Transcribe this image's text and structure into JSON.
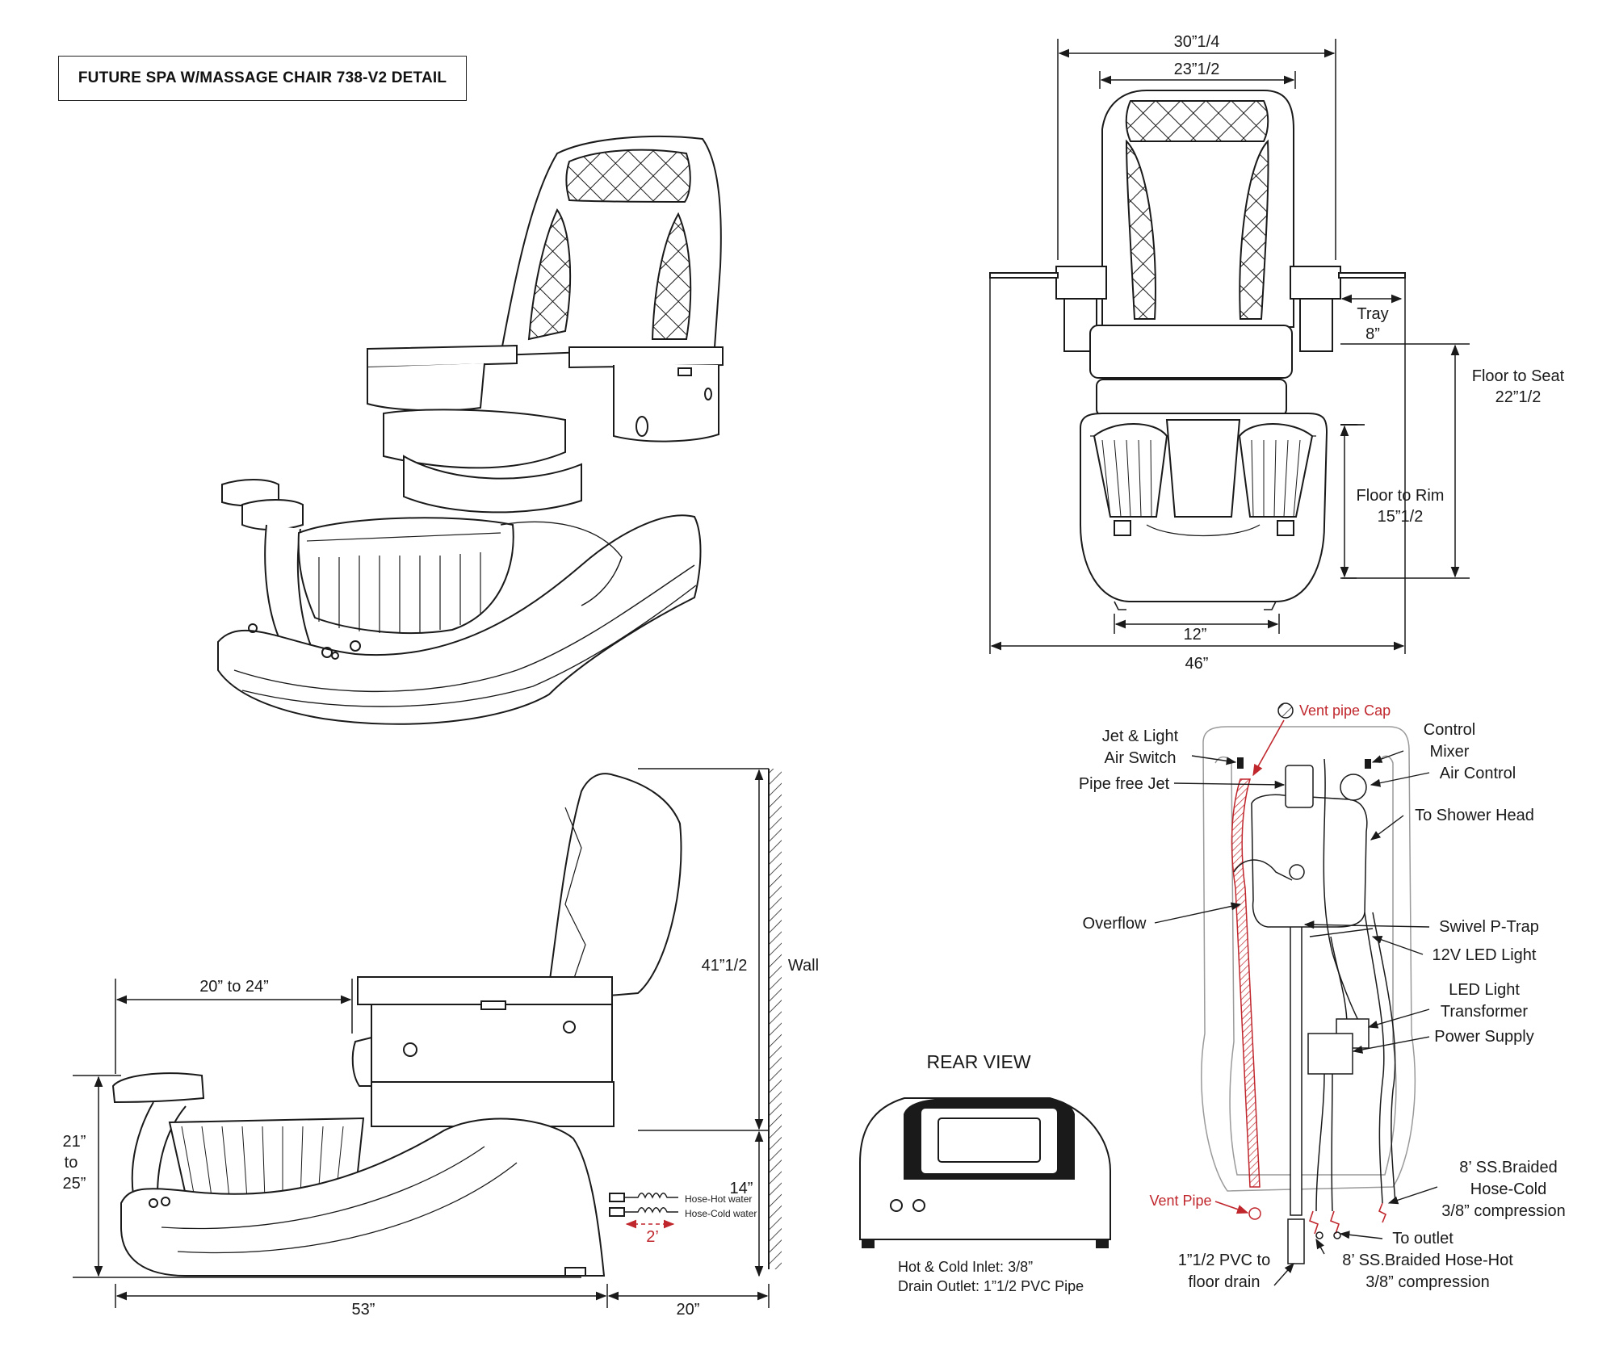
{
  "title": "FUTURE SPA W/MASSAGE CHAIR 738-V2 DETAIL",
  "colors": {
    "line": "#1a1a1a",
    "accent": "#c0272d",
    "ghost": "#9a9a9a"
  },
  "front_view": {
    "width_outer": "30”1/4",
    "width_inner": "23”1/2",
    "tray_label": "Tray",
    "tray_value": "8”",
    "floor_to_seat_label": "Floor to Seat",
    "floor_to_seat_value": "22”1/2",
    "floor_to_rim_label": "Floor to Rim",
    "floor_to_rim_value": "15”1/2",
    "base_width": "12”",
    "overall_width": "46”"
  },
  "side_view": {
    "footrest_range": "20” to 24”",
    "height": "41”1/2",
    "wall_label": "Wall",
    "footrest_height_top": "21”",
    "footrest_height_mid": "to",
    "footrest_height_bottom": "25”",
    "hose_height": "14”",
    "hose_hot": "Hose-Hot water",
    "hose_cold": "Hose-Cold water",
    "hose_length": "2’",
    "length": "53”",
    "clearance": "20”"
  },
  "rear_view": {
    "title": "REAR VIEW",
    "inlet_note": "Hot & Cold Inlet: 3/8”",
    "drain_note": "Drain Outlet: 1”1/2 PVC Pipe"
  },
  "plumbing": {
    "vent_pipe_cap": "Vent pipe Cap",
    "jet_light_1": "Jet & Light",
    "jet_light_2": "Air Switch",
    "pipe_free_jet": "Pipe free Jet",
    "control_1": "Control",
    "control_2": "Mixer",
    "air_control": "Air Control",
    "shower_head": "To Shower Head",
    "overflow": "Overflow",
    "p_trap": "Swivel P-Trap",
    "led_light": "12V LED Light",
    "led_transformer_1": "LED Light",
    "led_transformer_2": "Transformer",
    "power_supply": "Power Supply",
    "hose_cold_1": "8’ SS.Braided",
    "hose_cold_2": "Hose-Cold",
    "hose_cold_3": "3/8” compression",
    "vent_pipe": "Vent Pipe",
    "to_outlet": "To outlet",
    "pvc_1": "1”1/2 PVC to",
    "pvc_2": "floor drain",
    "hose_hot_1": "8’ SS.Braided Hose-Hot",
    "hose_hot_2": "3/8” compression"
  }
}
